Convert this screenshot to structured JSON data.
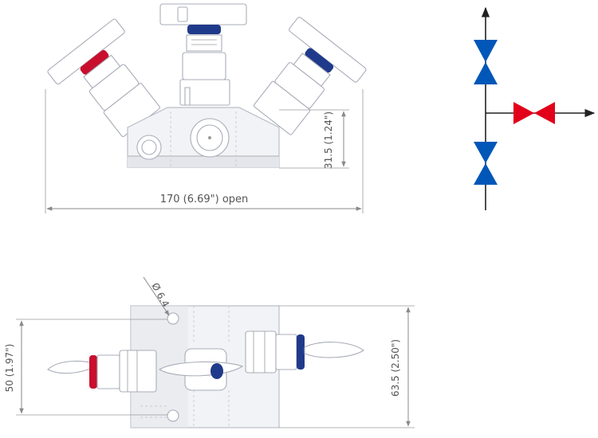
{
  "front_view": {
    "open_width_label": "170 (6.69\") open",
    "height_label": "31.5 (1.24\")"
  },
  "top_view": {
    "hole_label": "Ø 6.4",
    "mount_spacing_label": "50 (1.97\")",
    "width_label": "63.5 (2.50\")"
  },
  "colors": {
    "red_valve": "#e2001a",
    "blue_valve": "#0057b8",
    "handle_cap_blue": "#1f3a8a",
    "handle_cap_red": "#c8102e"
  },
  "symbol": {
    "valves": [
      {
        "name": "upper-vertical-valve",
        "color": "blue"
      },
      {
        "name": "lower-vertical-valve",
        "color": "blue"
      },
      {
        "name": "horizontal-valve",
        "color": "red"
      }
    ]
  }
}
